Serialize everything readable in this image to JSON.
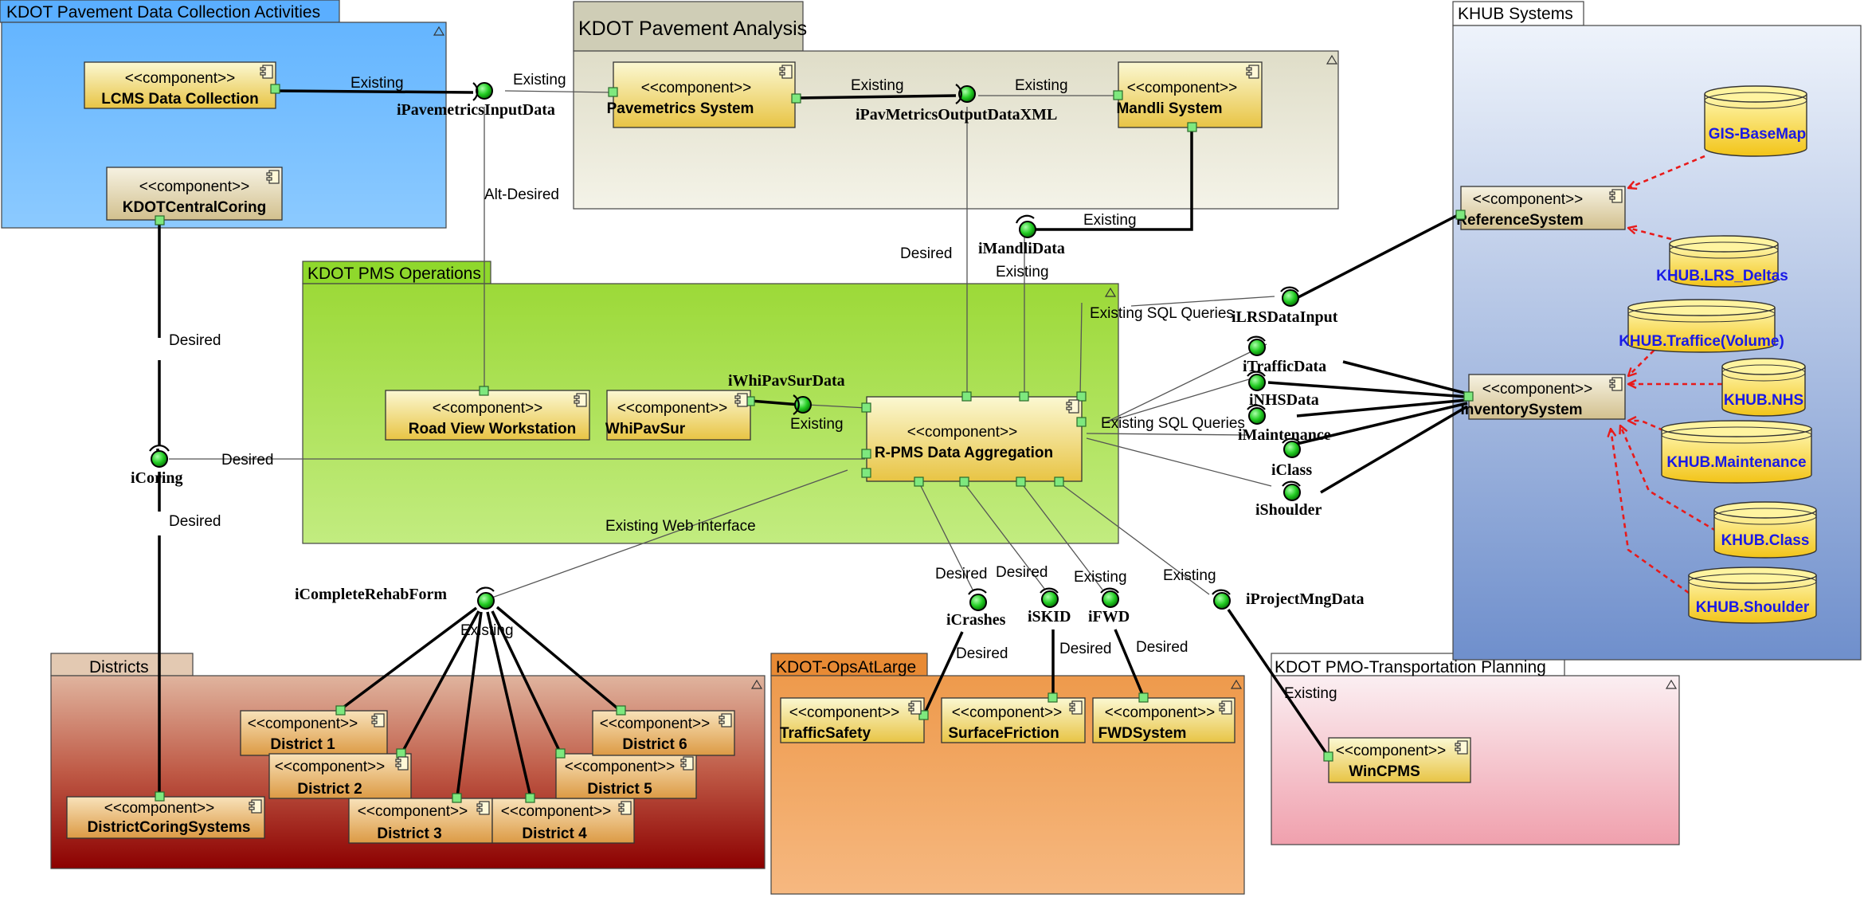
{
  "packages": {
    "data_collection": "KDOT Pavement Data Collection Activities",
    "pavement_analysis": "KDOT Pavement Analysis",
    "pms_operations": "KDOT PMS Operations",
    "districts": "Districts",
    "ops_at_large": "KDOT-OpsAtLarge",
    "pmo_planning": "KDOT PMO-Transportation Planning",
    "khub": "KHUB Systems"
  },
  "stereotype": "<<component>>",
  "components": {
    "lcms": "LCMS Data Collection",
    "central_coring": "KDOTCentralCoring",
    "pavemetrics": "Pavemetrics System",
    "mandli": "Mandli System",
    "road_view": "Road View Workstation",
    "whipavsur": "WhiPavSur",
    "rpms": "R-PMS Data Aggregation",
    "district1": "District 1",
    "district2": "District 2",
    "district3": "District 3",
    "district4": "District 4",
    "district5": "District 5",
    "district6": "District 6",
    "district_coring": "DistrictCoringSystems",
    "traffic_safety": "TrafficSafety",
    "surface_friction": "SurfaceFriction",
    "fwd": "FWDSystem",
    "wincpms": "WinCPMS",
    "reference": "ReferenceSystem",
    "inventory": "InventorySystem"
  },
  "datastores": {
    "gis": "GIS-BaseMap",
    "lrs": "KHUB.LRS_Deltas",
    "traffic": "KHUB.Traffice(Volume)",
    "nhs": "KHUB.NHS",
    "maintenance": "KHUB.Maintenance",
    "class": "KHUB.Class",
    "shoulder": "KHUB.Shoulder"
  },
  "interfaces": {
    "pavemetrics_input": "iPavemetricsInputData",
    "pavmetrics_output": "iPavMetricsOutputDataXML",
    "mandli_data": "iMandliData",
    "whipavsurdata": "iWhiPavSurData",
    "coring": "iCoring",
    "lrs_input": "iLRSDataInput",
    "traffic": "iTrafficData",
    "nhs": "iNHSData",
    "maintenance": "iMaintenance",
    "class": "iClass",
    "shoulder": "iShoulder",
    "complete_rehab": "iCompleteRehabForm",
    "crashes": "iCrashes",
    "skid": "iSKID",
    "fwd": "iFWD",
    "project_mng": "iProjectMngData"
  },
  "connector_labels": {
    "existing": "Existing",
    "desired": "Desired",
    "alt_desired": "Alt-Desired",
    "existing_sql": "Existing SQL Queries",
    "existing_web": "Existing Web interface"
  }
}
